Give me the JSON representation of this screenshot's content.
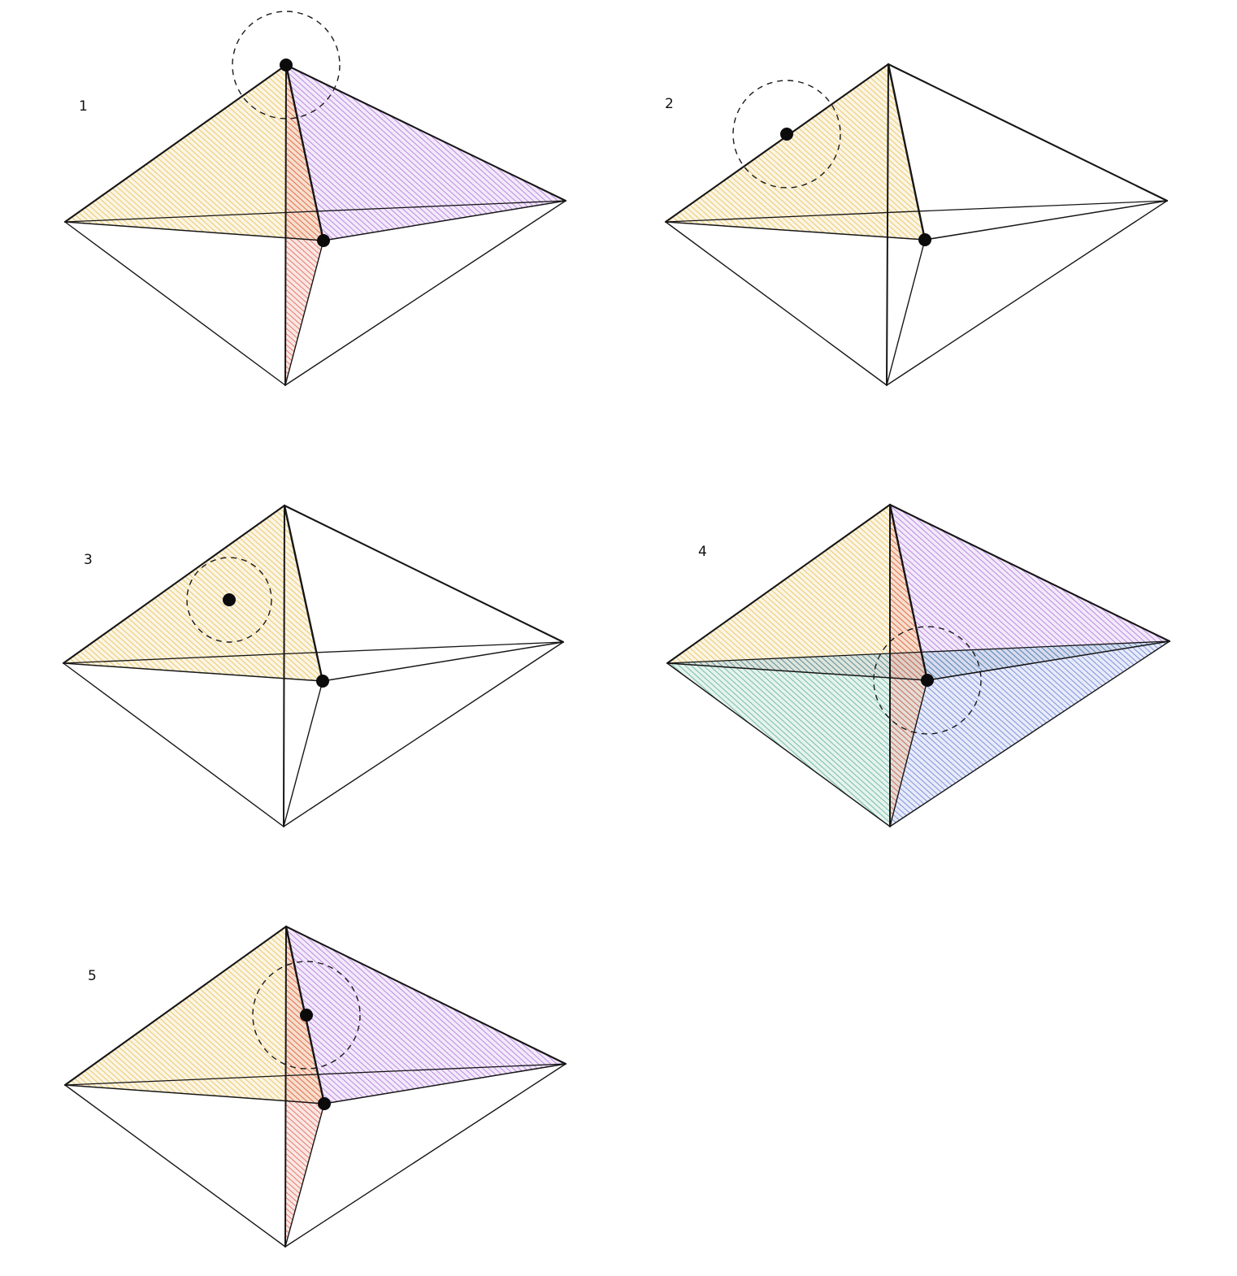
{
  "figure": {
    "panels": [
      {
        "label": "1",
        "faces": [
          {
            "name": "yellow-face",
            "verts": [
              "top",
              "left",
              "inner"
            ],
            "color": "#e8c25b"
          },
          {
            "name": "purple-face",
            "verts": [
              "top",
              "inner",
              "right"
            ],
            "color": "#b47de0"
          },
          {
            "name": "red-face",
            "verts": [
              "top",
              "inner",
              "bottom"
            ],
            "color": "#e36a5a"
          }
        ],
        "dots": [
          "top",
          "inner"
        ],
        "circle_at": "top"
      },
      {
        "label": "2",
        "faces": [
          {
            "name": "yellow-face",
            "verts": [
              "top",
              "left",
              "inner"
            ],
            "color": "#e8c25b"
          }
        ],
        "dots": [
          "edge_point",
          "inner"
        ],
        "circle_at": "edge_point"
      },
      {
        "label": "3",
        "faces": [
          {
            "name": "yellow-face",
            "verts": [
              "top",
              "left",
              "inner"
            ],
            "color": "#e8c25b"
          }
        ],
        "dots": [
          "face_point",
          "inner"
        ],
        "circle_at": "face_point"
      },
      {
        "label": "4",
        "faces": [
          {
            "name": "yellow-face",
            "verts": [
              "top",
              "left",
              "inner"
            ],
            "color": "#e8c25b"
          },
          {
            "name": "purple-face",
            "verts": [
              "top",
              "inner",
              "right"
            ],
            "color": "#b47de0"
          },
          {
            "name": "green-face",
            "verts": [
              "left",
              "inner",
              "bottom"
            ],
            "color": "#66b89a"
          },
          {
            "name": "blue-face",
            "verts": [
              "right",
              "inner",
              "bottom"
            ],
            "color": "#6f86d8"
          },
          {
            "name": "teal-face",
            "verts": [
              "left",
              "inner",
              "right"
            ],
            "color": "#4a8fae"
          },
          {
            "name": "red-face",
            "verts": [
              "top",
              "inner",
              "bottom"
            ],
            "color": "#e36a5a"
          }
        ],
        "dots": [
          "inner"
        ],
        "circle_at": "inner"
      },
      {
        "label": "5",
        "faces": [
          {
            "name": "yellow-face",
            "verts": [
              "top",
              "left",
              "inner"
            ],
            "color": "#e8c25b"
          },
          {
            "name": "purple-face",
            "verts": [
              "top",
              "inner",
              "right"
            ],
            "color": "#b47de0"
          },
          {
            "name": "red-face",
            "verts": [
              "top",
              "inner",
              "bottom"
            ],
            "color": "#e36a5a"
          }
        ],
        "dots": [
          "edge_point_inner",
          "inner"
        ],
        "circle_at": "edge_point_inner"
      }
    ]
  }
}
